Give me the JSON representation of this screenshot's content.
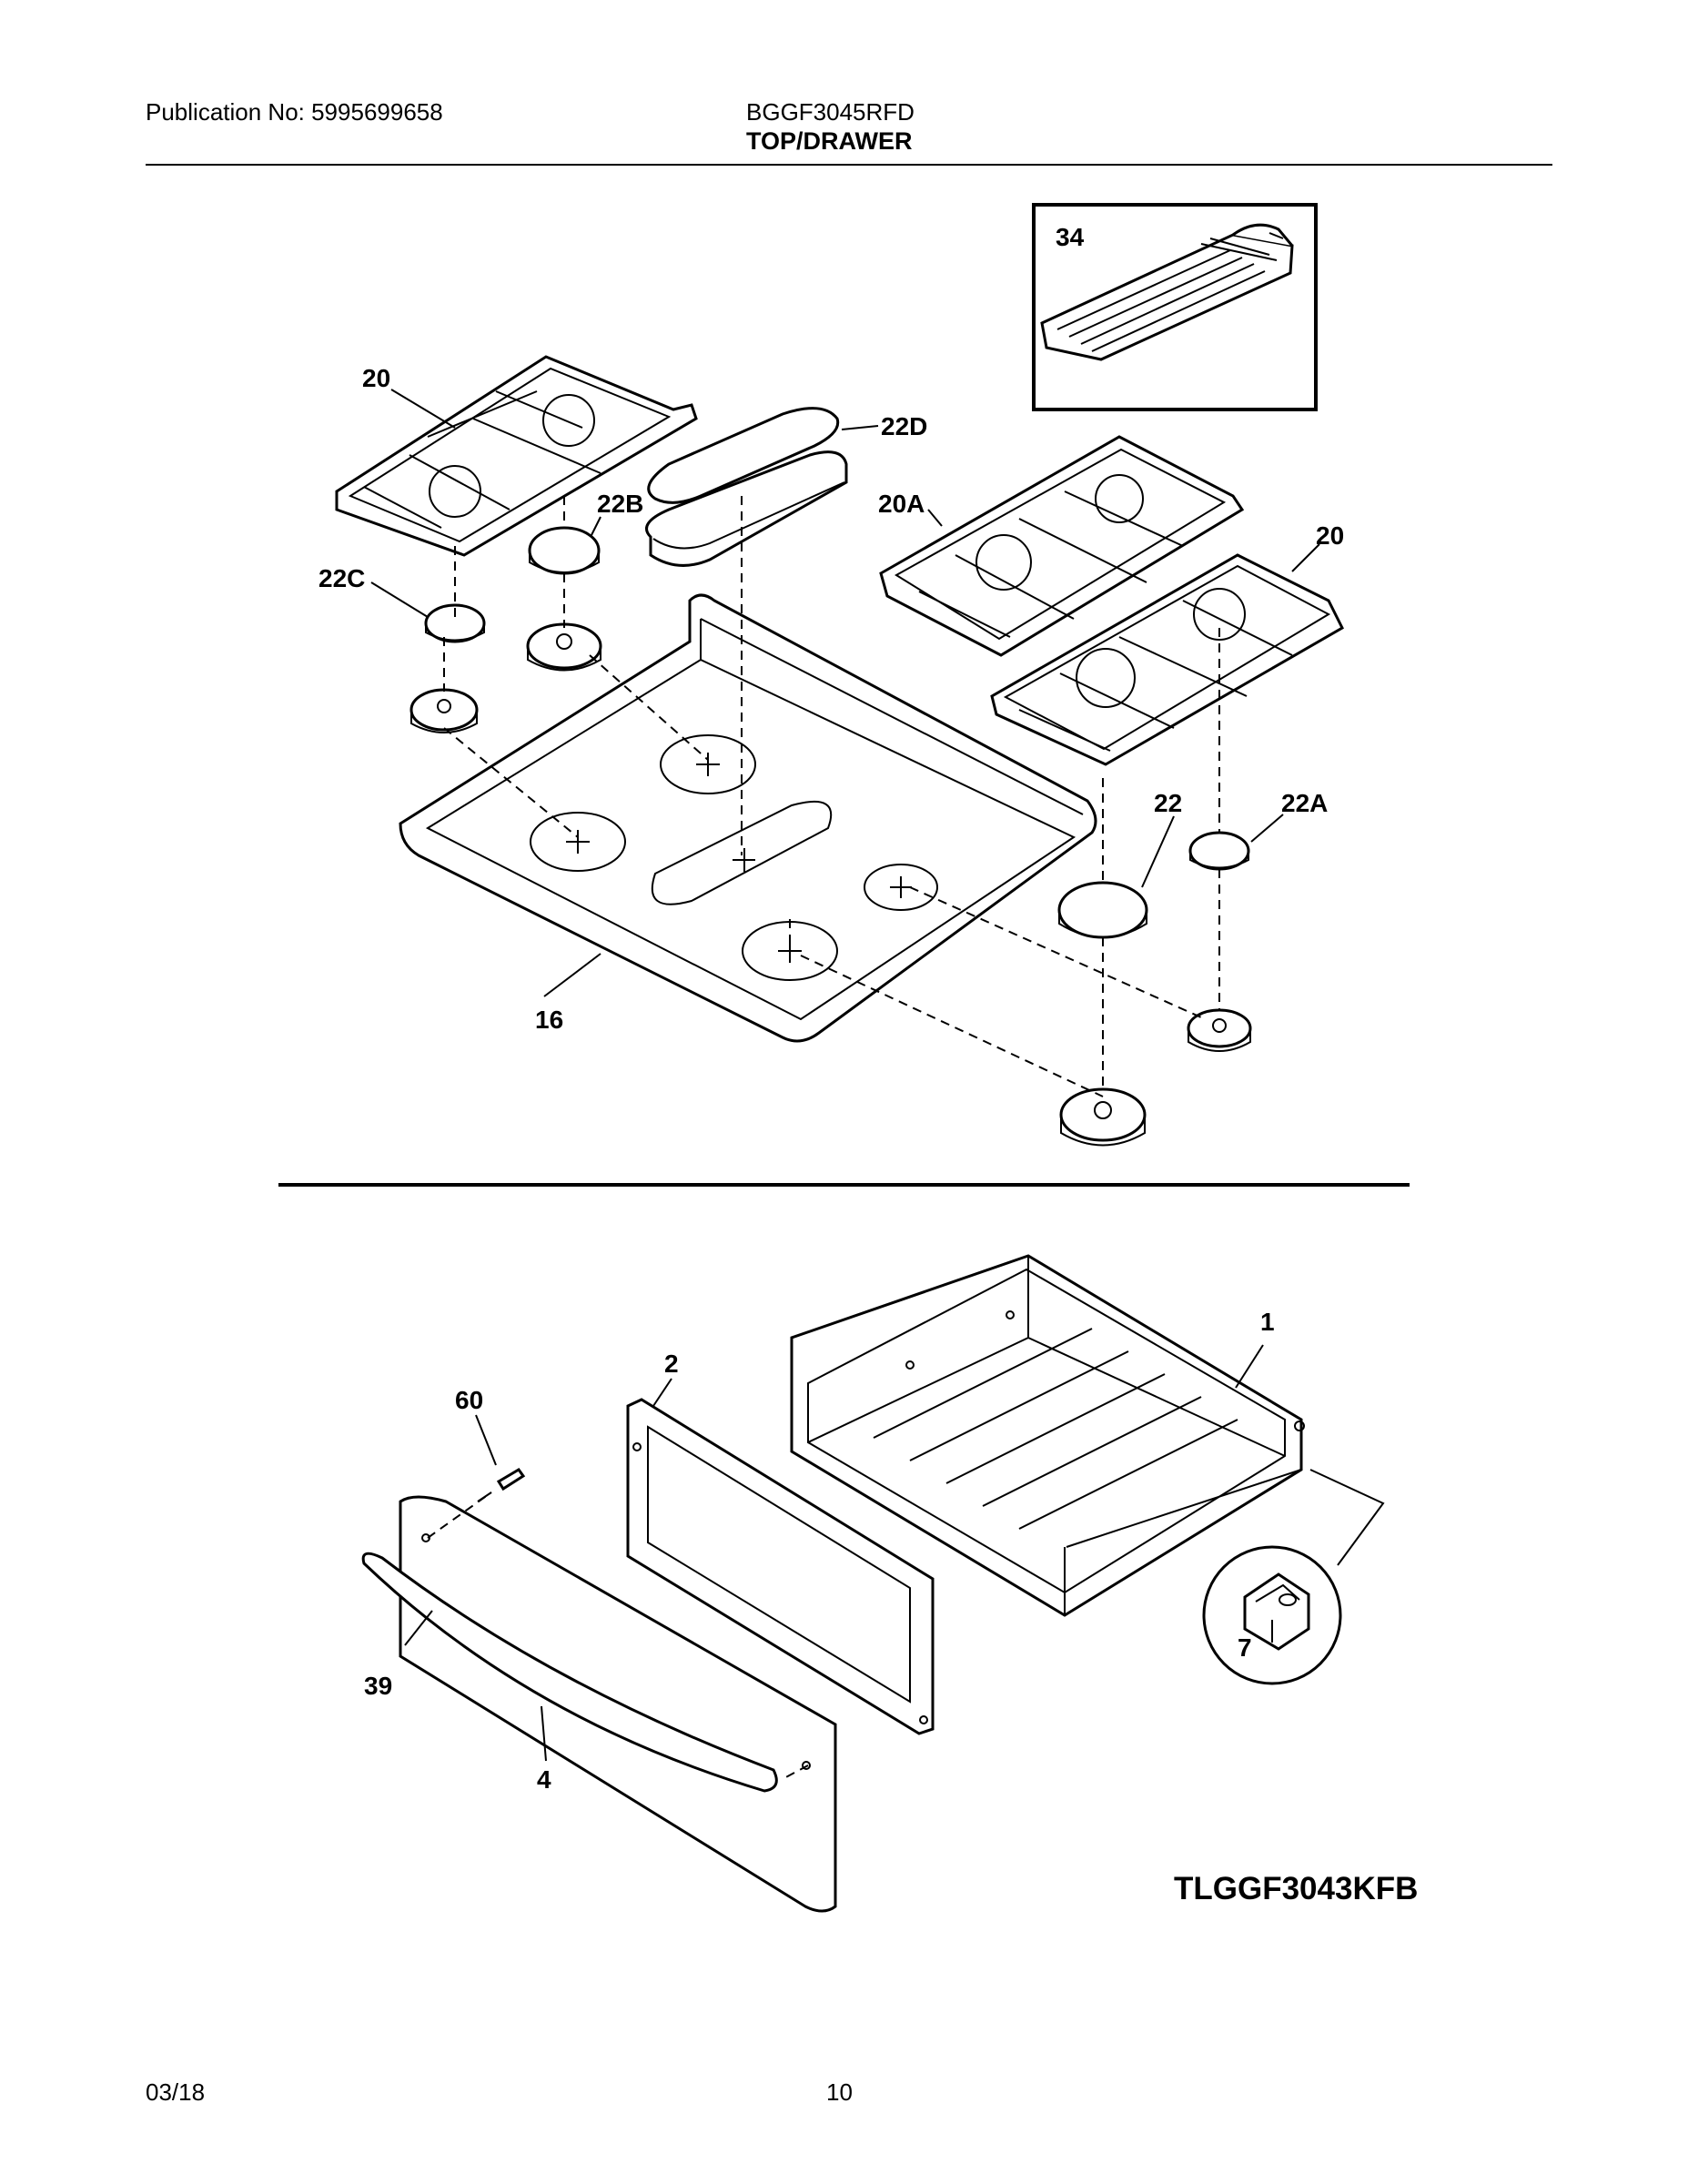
{
  "header": {
    "publication": "Publication No: 5995699658",
    "model": "BGGF3045RFD",
    "section": "TOP/DRAWER"
  },
  "callouts": {
    "p20_left": "20",
    "p22d": "22D",
    "p22b": "22B",
    "p22c": "22C",
    "p20a": "20A",
    "p20_right": "20",
    "p34": "34",
    "p22": "22",
    "p22a": "22A",
    "p16": "16",
    "p1": "1",
    "p2": "2",
    "p60": "60",
    "p7": "7",
    "p39": "39",
    "p4": "4"
  },
  "illustration_tag": "TLGGF3043KFB",
  "footer": {
    "date": "03/18",
    "page_number": "10"
  }
}
